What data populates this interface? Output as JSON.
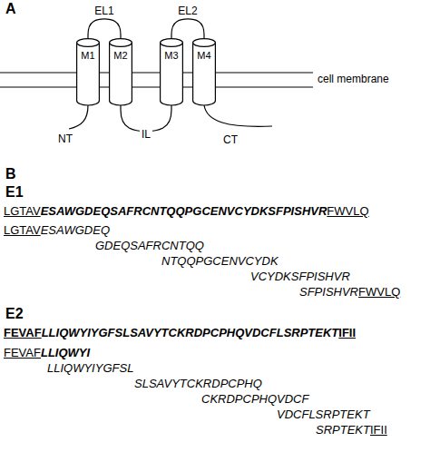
{
  "diagram": {
    "nodes": [
      {
        "text": [
          "M1"
        ]
      },
      {
        "text": [
          "M2"
        ]
      },
      {
        "text": [
          "M3"
        ]
      },
      {
        "text": [
          "M4"
        ]
      }
    ],
    "edges": [
      {
        "from": 0,
        "to": 1,
        "arrow": "none",
        "label": "EL1"
      },
      {
        "from": 1,
        "to": 2,
        "arrow": "none",
        "label": "IL"
      },
      {
        "from": 2,
        "to": 3,
        "arrow": "none",
        "label": "EL2"
      }
    ],
    "labels": [
      "A",
      "cell membrane",
      "NT",
      "CT",
      "B",
      "E1",
      "LGTAV",
      "ESAWGDEQSAFRCNTQQPGCENVCYDKSFPISHVR",
      "FWVLQ",
      "LGTAV",
      "ESAWGDEQ",
      "GDEQSAFRCNTQQ",
      "NTQQPGCENVCYDK",
      "VCYDKSFPISHVR",
      "SFPISHVR",
      "FWVLQ",
      "E2",
      "FEVAF",
      "LLIQWYIYGFSLSAVYTCKRDPCPHQVDCFLSRPTEKT",
      "IFII",
      "FEVAF",
      "LLIQWYI",
      "LLIQWYIYGFSL",
      "SLSAVYTCKRDPCPHQ",
      "CKRDPCPHQVDCF",
      "VDCFLSRPTEKT",
      "SRPTEKT",
      "IFII"
    ]
  }
}
